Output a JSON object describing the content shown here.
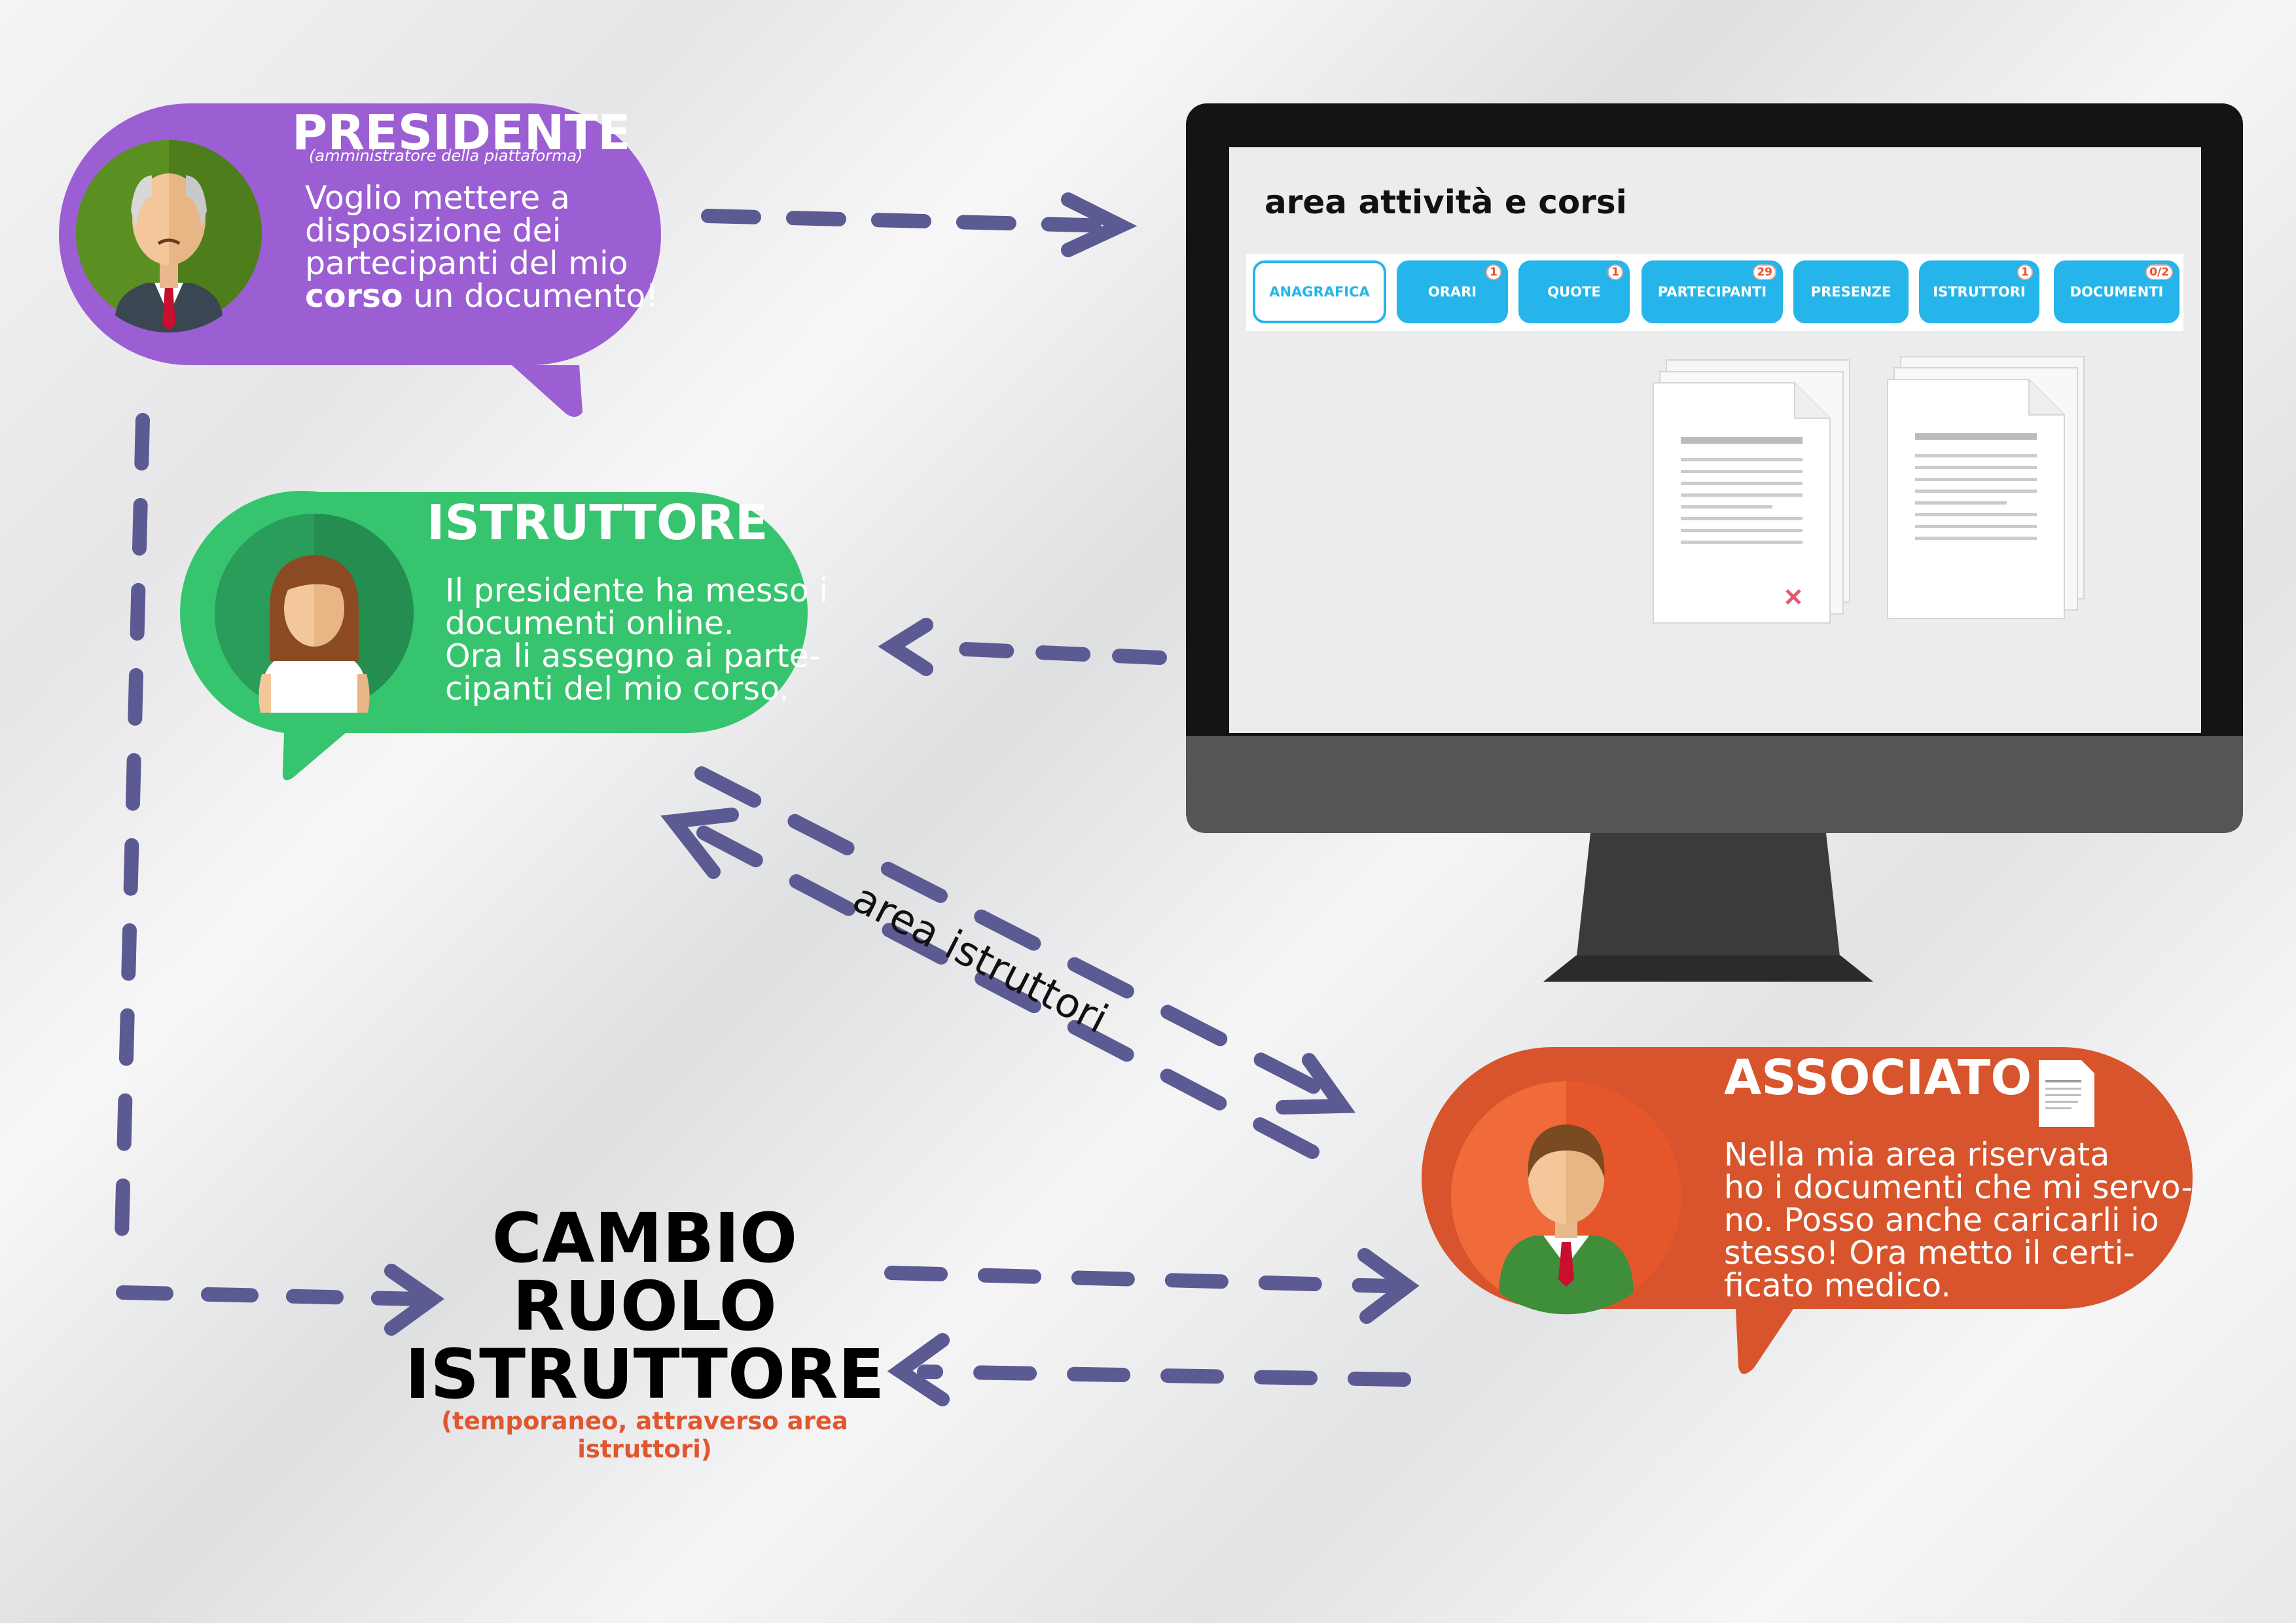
{
  "presidente": {
    "title": "PRESIDENTE",
    "subtitle": "(amministratore della piattaforma)",
    "body_pre": "Voglio mettere a\ndisposizione dei\npartecipanti del mio\n",
    "body_bold": "corso",
    "body_post": " un documento!"
  },
  "istruttore": {
    "title": "ISTRUTTORE",
    "body": "Il presidente ha messo i\ndocumenti online.\nOra li assegno ai parte-\ncipanti del mio corso."
  },
  "associato": {
    "title": "ASSOCIATO",
    "body": "Nella mia area riservata\nho i documenti che mi servo-\nno. Posso anche caricarli io\nstesso! Ora metto il certi-\nficato medico."
  },
  "screen": {
    "title": "area attività e corsi",
    "tabs": [
      {
        "label": "ANAGRAFICA",
        "badge": ""
      },
      {
        "label": "ORARI",
        "badge": "1"
      },
      {
        "label": "QUOTE",
        "badge": "1"
      },
      {
        "label": "PARTECIPANTI",
        "badge": "29"
      },
      {
        "label": "PRESENZE",
        "badge": ""
      },
      {
        "label": "ISTRUTTORI",
        "badge": "1"
      },
      {
        "label": "DOCUMENTI",
        "badge": "0/2"
      }
    ]
  },
  "arrow_label": "area istruttori",
  "cambio": {
    "line1": "CAMBIO",
    "line2": "RUOLO",
    "line3": "ISTRUTTORE",
    "note": "(temporaneo, attraverso area istruttori)"
  },
  "colors": {
    "presidente": "#9b5fd3",
    "istruttore": "#37c46e",
    "associato": "#e0562e",
    "arrows": "#5b5a92",
    "tab": "#25b5ea"
  }
}
